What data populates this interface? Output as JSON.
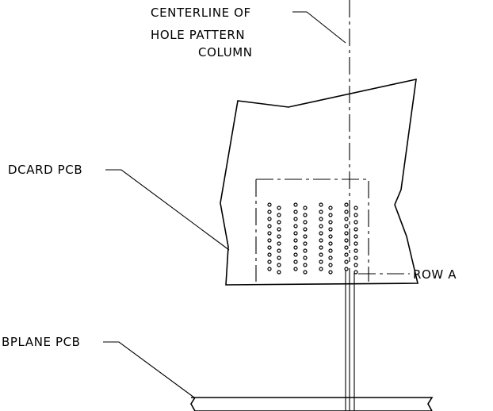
{
  "labels": {
    "centerline_line1": "CENTERLINE OF",
    "centerline_line2": "HOLE PATTERN",
    "centerline_line3": "COLUMN",
    "dcard": "DCARD PCB",
    "row_a": "ROW A",
    "bplane": "BPLANE PCB"
  },
  "hole_pattern": {
    "columns": 8,
    "rows": 10
  }
}
